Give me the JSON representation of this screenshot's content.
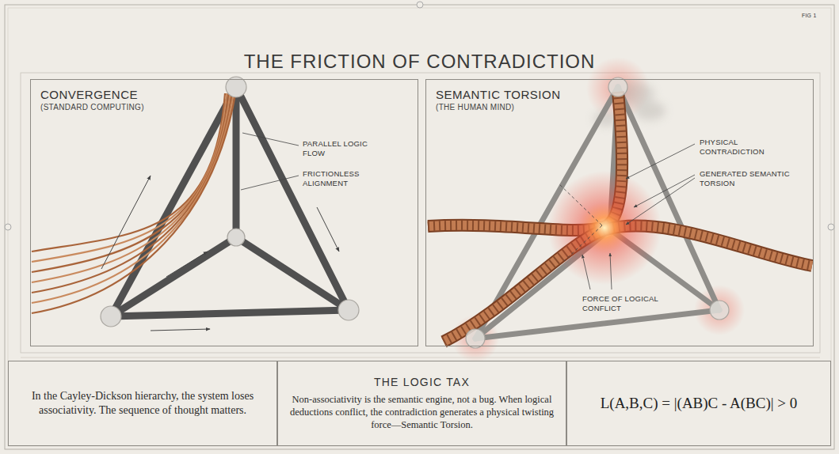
{
  "diagram": {
    "title": "THE FRICTION OF CONTRADICTION",
    "nodes": [
      {
        "text": [
          "CONVERGENCE",
          "(STANDARD COMPUTING)"
        ]
      },
      {
        "text": [
          "SEMANTIC TORSION",
          "(THE HUMAN MIND)"
        ]
      },
      {
        "text": [
          "In the Cayley-Dickson hierarchy, the system loses associativity. The sequence of thought matters."
        ]
      },
      {
        "text": [
          "THE LOGIC TAX",
          "Non-associativity is the semantic engine, not a bug. When logical deductions conflict, the contradiction generates a physical twisting force—Semantic Torsion."
        ]
      },
      {
        "text": [
          "L(A,B,C) = |(AB)C - A(BC)| > 0"
        ]
      }
    ],
    "labels": [
      "PARALLEL LOGIC FLOW",
      "FRICTIONLESS ALIGNMENT",
      "PHYSICAL CONTRADICTION",
      "GENERATED SEMANTIC TORSION",
      "FORCE OF LOGICAL CONFLICT",
      "FIG 1"
    ]
  }
}
